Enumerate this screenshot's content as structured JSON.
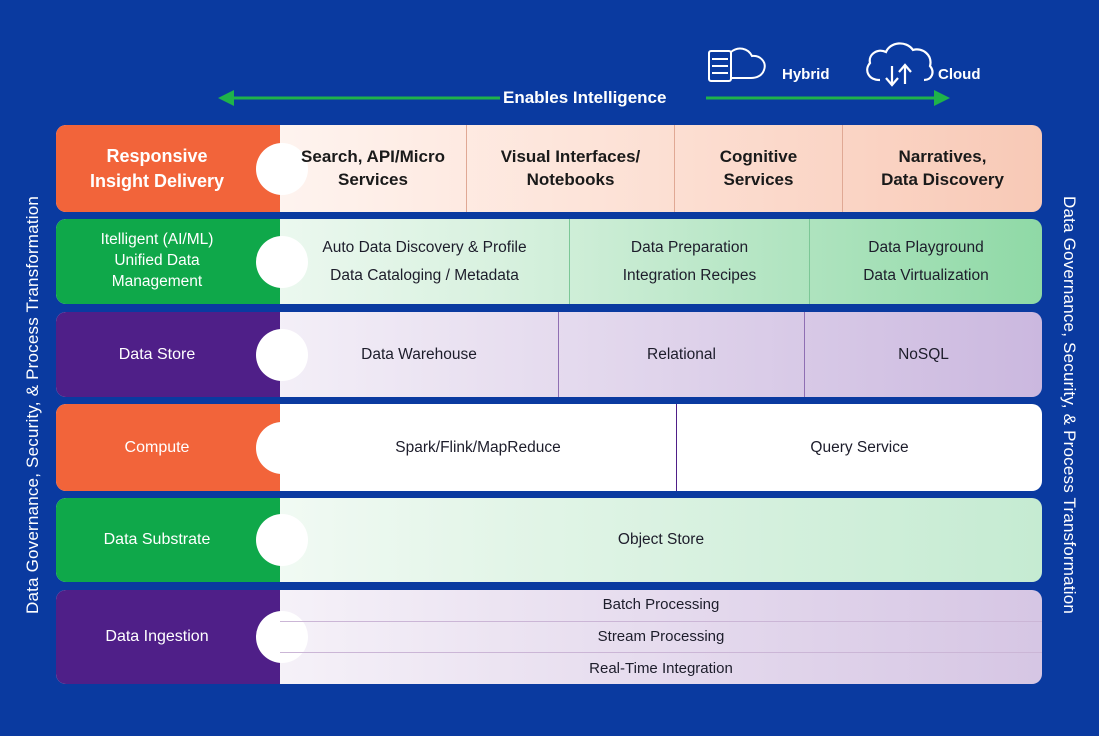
{
  "top": {
    "arrow_label": "Enables Intelligence",
    "hybrid_label": "Hybrid",
    "cloud_label": "Cloud"
  },
  "side_labels": {
    "left": "Data Governance, Security, & Process Transformation",
    "right": "Data Governance, Security, & Process Transformation"
  },
  "layers": [
    {
      "label": "Responsive\nInsight Delivery",
      "items": [
        "Search, API/Micro\nServices",
        "Visual Interfaces/\nNotebooks",
        "Cognitive\nServices",
        "Narratives,\nData Discovery"
      ]
    },
    {
      "label": "Itelligent (AI/ML)\nUnified Data\nManagement",
      "items": [
        "Auto Data Discovery & Profile\nData Cataloging / Metadata",
        "Data Preparation\nIntegration Recipes",
        "Data Playground\nData Virtualization"
      ]
    },
    {
      "label": "Data Store",
      "items": [
        "Data Warehouse",
        "Relational",
        "NoSQL"
      ]
    },
    {
      "label": "Compute",
      "items": [
        "Spark/Flink/MapReduce",
        "Query Service"
      ]
    },
    {
      "label": "Data Substrate",
      "items": [
        "Object Store"
      ]
    },
    {
      "label": "Data Ingestion",
      "items": [
        "Batch Processing",
        "Stream Processing",
        "Real-Time Integration"
      ]
    }
  ],
  "colors": {
    "background": "#0a3aa0",
    "orange": "#f2643a",
    "green": "#0fa84a",
    "purple": "#4f1f88",
    "arrow": "#1fb34a"
  }
}
